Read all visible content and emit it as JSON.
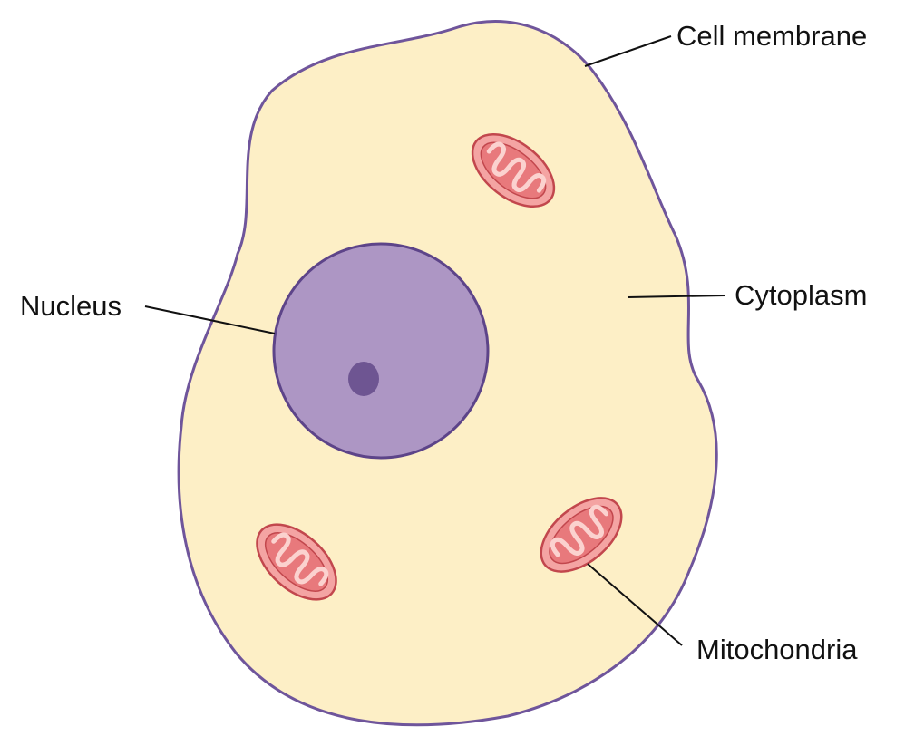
{
  "labels": {
    "cell_membrane": "Cell membrane",
    "cytoplasm": "Cytoplasm",
    "nucleus": "Nucleus",
    "mitochondria": "Mitochondria"
  },
  "colors": {
    "cytoplasm_fill": "#fdefc6",
    "membrane_stroke": "#6f559b",
    "nucleus_fill": "#ad96c4",
    "nucleus_stroke": "#5d4489",
    "nucleolus_fill": "#6e5592",
    "mito_outer_fill": "#f4a4a3",
    "mito_stroke": "#c2474d",
    "mito_inner_fill": "#e8797c",
    "label_text": "#111111"
  }
}
